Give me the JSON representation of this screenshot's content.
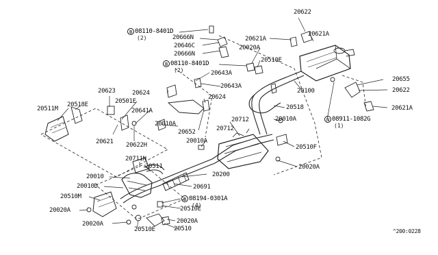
{
  "parts": {
    "p20622_top": "20622",
    "p08110_a_circle": "B",
    "p08110_a": "08110-8401D",
    "p08110_a_qty": "(2)",
    "p20666n_a": "20666N",
    "p20646c": "20646C",
    "p20666n_b": "20666N",
    "p20621a_a": "20621A",
    "p20621a_b": "20621A",
    "p20020a_top": "20020A",
    "p20510e_top": "20510E",
    "p08110_b_circle": "B",
    "p08110_b": "08110-8401D",
    "p08110_b_qty": "(2)",
    "p20643a_a": "20643A",
    "p20643a_b": "20643A",
    "p20100": "20100",
    "p20655": "20655",
    "p20622_right": "20622",
    "p20623": "20623",
    "p20624_a": "20624",
    "p20624_b": "20624",
    "p20501e": "20501E",
    "p20511m": "20511M",
    "p20518e": "20518E",
    "p20641a": "20641A",
    "p20518": "20518",
    "p20621a_c": "20621A",
    "p08911_circle": "N",
    "p08911": "08911-1082G",
    "p08911_qty": "(1)",
    "p20010a_a": "20010A",
    "p20712_a": "20712",
    "p20712_b": "20712",
    "p20010a_b": "20010A",
    "p20652": "20652",
    "p20621": "20621",
    "p20622h": "20622H",
    "p20010a_c": "20010A",
    "p20510f": "20510F",
    "p20711n": "20711N",
    "p20511": "20511",
    "p20200": "20200",
    "p20020a_right": "20020A",
    "p20010": "20010",
    "p20010d": "20010D",
    "p20691": "20691",
    "p20510m": "20510M",
    "p08194_circle": "B",
    "p08194": "08194-0301A",
    "p08194_qty": "(4)",
    "p20510e_b": "20510E",
    "p20020a_left": "20020A",
    "p20020a_bottom": "20020A",
    "p20020a_mid": "20020A",
    "p20510e_c": "20510E",
    "p20510": "20510"
  },
  "diagram_code": "^200:0228"
}
